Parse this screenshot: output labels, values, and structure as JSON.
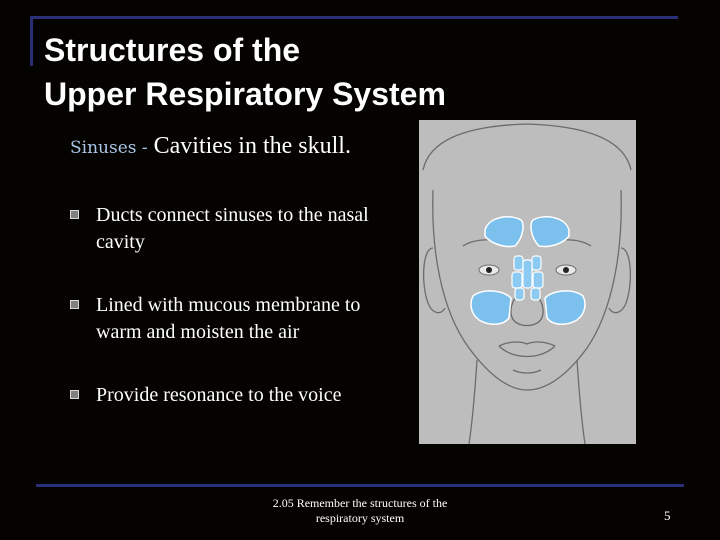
{
  "title": {
    "line1": "Structures of the",
    "line2": "Upper Respiratory System"
  },
  "intro": {
    "term": "Sinuses -",
    "definition": " Cavities in the skull."
  },
  "bullets": [
    {
      "text": "Ducts connect sinuses to the nasal cavity"
    },
    {
      "text": "Lined with mucous membrane to warm and moisten the air"
    },
    {
      "text": "Provide resonance to the voice"
    }
  ],
  "footer": {
    "text": "2.05 Remember the structures of the respiratory system",
    "page": "5"
  },
  "colors": {
    "rule": "#2b2f78",
    "term": "#a8c4e6",
    "sinus": "#7cc0ee",
    "figure_bg": "#bdbdbd"
  },
  "figure": {
    "icon": "face-sinuses-illustration"
  }
}
